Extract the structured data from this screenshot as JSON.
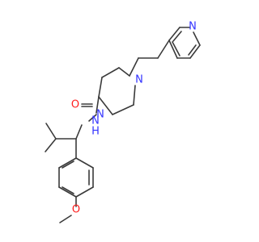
{
  "atoms": {
    "pyridine_n": {
      "text": "N",
      "color": "#3333ff"
    },
    "piperazine_n4": {
      "text": "N",
      "color": "#3333ff"
    },
    "piperazine_n1": {
      "text": "N",
      "color": "#3333ff"
    },
    "carbonyl_o": {
      "text": "O",
      "color": "#ff2020"
    },
    "amide_n": {
      "text": "N",
      "color": "#3333ff"
    },
    "amide_h": {
      "text": "H",
      "color": "#3333ff"
    },
    "methoxy_o": {
      "text": "O",
      "color": "#ff2020"
    }
  }
}
